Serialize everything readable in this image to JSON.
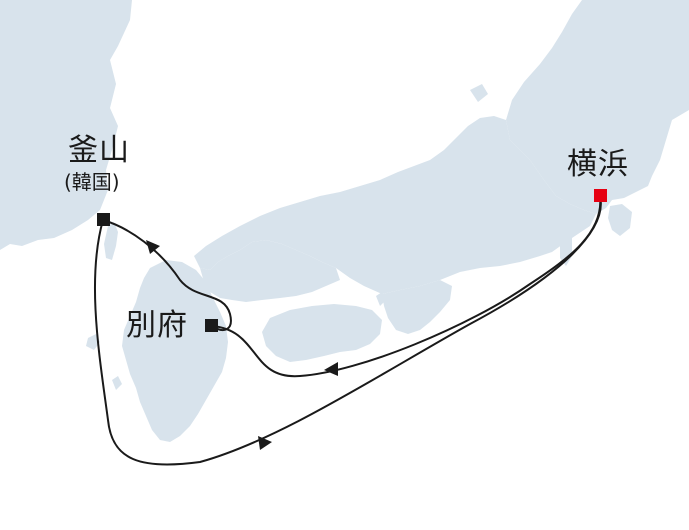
{
  "map": {
    "colors": {
      "land": "#d8e3ec",
      "sea": "#ffffff",
      "route": "#1a1a1a",
      "home_port": "#e60012",
      "port": "#1a1a1a"
    },
    "ports": [
      {
        "id": "busan",
        "name": "釜山",
        "subname": "(韓国)",
        "marker_color": "#1a1a1a"
      },
      {
        "id": "beppu",
        "name": "別府",
        "marker_color": "#1a1a1a"
      },
      {
        "id": "yokohama",
        "name": "横浜",
        "marker_color": "#e60012"
      }
    ]
  }
}
